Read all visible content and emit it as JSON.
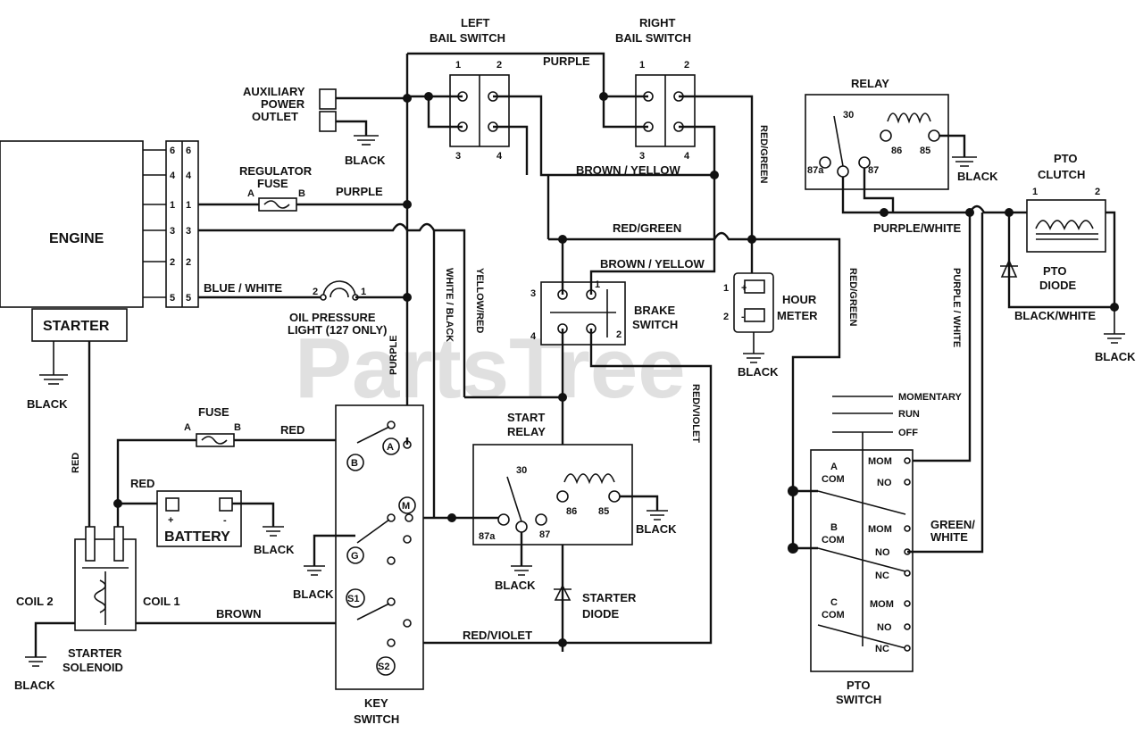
{
  "watermark": "PartsTree",
  "engine": {
    "label": "ENGINE",
    "starter": "STARTER",
    "terminals": [
      "6",
      "4",
      "1",
      "3",
      "2",
      "5"
    ]
  },
  "bail_switches": {
    "left": {
      "line1": "LEFT",
      "line2": "BAIL SWITCH",
      "t1": "1",
      "t2": "2",
      "t3": "3",
      "t4": "4"
    },
    "right": {
      "line1": "RIGHT",
      "line2": "BAIL SWITCH",
      "t1": "1",
      "t2": "2",
      "t3": "3",
      "t4": "4"
    }
  },
  "aux_outlet": {
    "line1": "AUXILIARY",
    "line2": "POWER",
    "line3": "OUTLET"
  },
  "regulator_fuse": {
    "line1": "REGULATOR",
    "line2": "FUSE",
    "a": "A",
    "b": "B"
  },
  "oil_light": {
    "line1": "OIL PRESSURE",
    "line2": "LIGHT  (127 ONLY)",
    "t1": "1",
    "t2": "2"
  },
  "relay": {
    "title": "RELAY",
    "p30": "30",
    "p87a": "87a",
    "p87": "87",
    "p86": "86",
    "p85": "85"
  },
  "pto_clutch": {
    "line1": "PTO",
    "line2": "CLUTCH",
    "t1": "1",
    "t2": "2"
  },
  "pto_diode": {
    "line1": "PTO",
    "line2": "DIODE"
  },
  "brake_switch": {
    "line1": "BRAKE",
    "line2": "SWITCH",
    "t1": "1",
    "t2": "2",
    "t3": "3",
    "t4": "4"
  },
  "hour_meter": {
    "line1": "HOUR",
    "line2": "METER",
    "t1": "1",
    "t2": "2",
    "plus": "+",
    "minus": "-"
  },
  "start_relay": {
    "line1": "START",
    "line2": "RELAY",
    "p30": "30",
    "p87a": "87a",
    "p87": "87",
    "p86": "86",
    "p85": "85"
  },
  "starter_diode": {
    "line1": "STARTER",
    "line2": "DIODE"
  },
  "main_fuse": {
    "label": "FUSE",
    "a": "A",
    "b": "B"
  },
  "battery": {
    "label": "BATTERY",
    "plus": "+",
    "minus": "-"
  },
  "solenoid": {
    "coil1": "COIL 1",
    "coil2": "COIL 2",
    "line1": "STARTER",
    "line2": "SOLENOID"
  },
  "key_switch": {
    "line1": "KEY",
    "line2": "SWITCH",
    "a": "A",
    "b": "B",
    "m": "M",
    "g": "G",
    "s1": "S1",
    "s2": "S2"
  },
  "pto_switch": {
    "line1": "PTO",
    "line2": "SWITCH",
    "legend": [
      "MOMENTARY",
      "RUN",
      "OFF"
    ],
    "a_com": [
      "A",
      "COM"
    ],
    "b_com": [
      "B",
      "COM"
    ],
    "c_com": [
      "C",
      "COM"
    ],
    "mom": "MOM",
    "no": "NO",
    "nc": "NC"
  },
  "wires": {
    "purple": "PURPLE",
    "black": "BLACK",
    "brown_yellow": "BROWN / YELLOW",
    "red_green": "RED/GREEN",
    "red_green_v": "RED/GREEN",
    "blue_white": "BLUE / WHITE",
    "white_black": "WHITE / BLACK",
    "yellow_red": "YELLOW/RED",
    "purple_white": "PURPLE/WHITE",
    "purple_white_v": "PURPLE / WHITE",
    "black_white": "BLACK/WHITE",
    "red": "RED",
    "red_violet": "RED/VIOLET",
    "brown": "BROWN",
    "green_white_1": "GREEN/",
    "green_white_2": "WHITE"
  }
}
